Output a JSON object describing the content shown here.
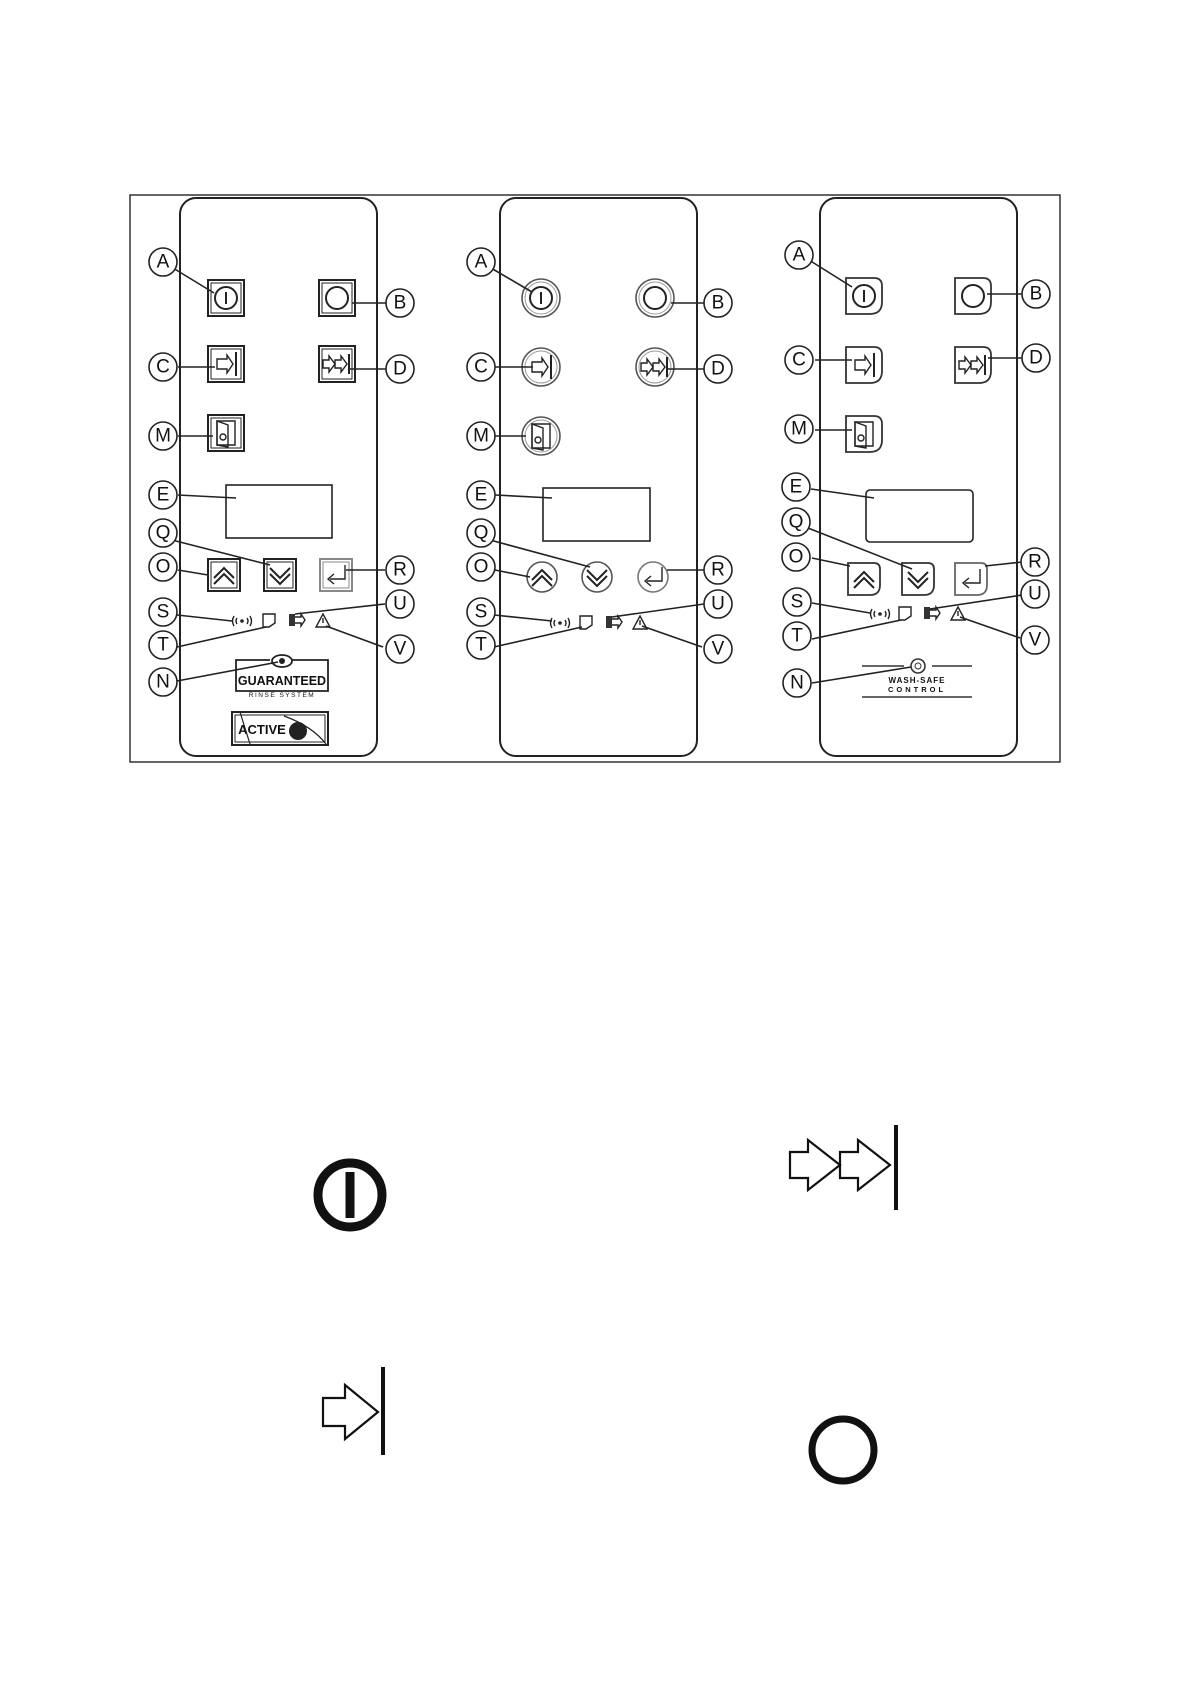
{
  "callouts": {
    "a": "A",
    "b": "B",
    "c": "C",
    "d": "D",
    "e": "E",
    "m": "M",
    "q": "Q",
    "o": "O",
    "r": "R",
    "s": "S",
    "t": "T",
    "u": "U",
    "v": "V",
    "n": "N"
  },
  "panel1": {
    "logo_guaranteed": "GUARANTEED",
    "logo_rinse": "RINSE SYSTEM",
    "logo_active": "ACTIVE"
  },
  "panel3": {
    "logo_wash_safe": "WASH-SAFE",
    "logo_control": "CONTROL"
  },
  "icons": [
    "power-on-icon",
    "power-off-icon",
    "single-arrow-icon",
    "double-arrow-icon",
    "door-icon",
    "up-chevron-icon",
    "down-chevron-icon",
    "enter-icon",
    "wave-icon",
    "rinse-aid-icon",
    "detergent-icon",
    "warning-icon"
  ]
}
